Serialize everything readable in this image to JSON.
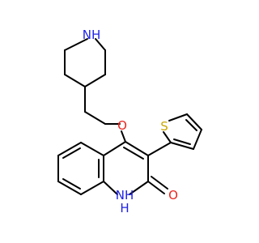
{
  "atoms": {
    "piperidine_nh": "NH",
    "ether_o": "O",
    "thiophene_s": "S",
    "ring_nh": "NH",
    "ring_h": "H",
    "carbonyl_o": "O"
  },
  "colors": {
    "bond": "#000000",
    "nitrogen": "#1f22e6",
    "oxygen": "#e8261f",
    "sulfur": "#c8a800"
  }
}
